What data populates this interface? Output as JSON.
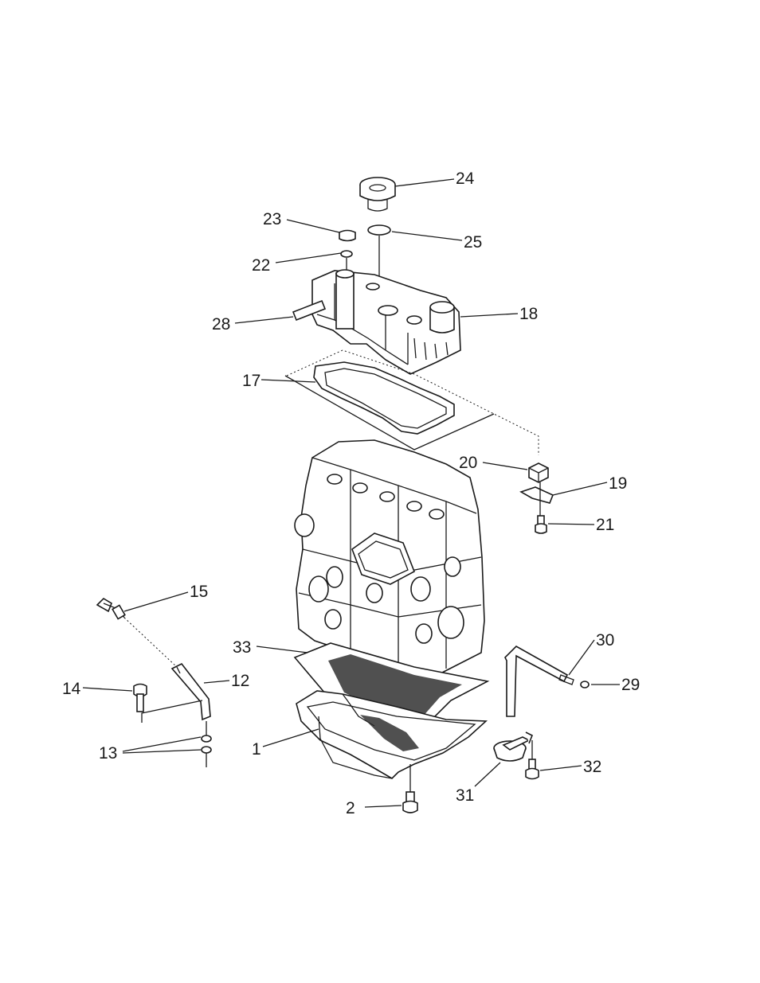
{
  "diagram": {
    "callouts": {
      "c24": "24",
      "c25": "25",
      "c23": "23",
      "c22": "22",
      "c28": "28",
      "c18": "18",
      "c17": "17",
      "c20": "20",
      "c19": "19",
      "c21": "21",
      "c15": "15",
      "c33": "33",
      "c30": "30",
      "c14": "14",
      "c12": "12",
      "c29": "29",
      "c13": "13",
      "c1": "1",
      "c32": "32",
      "c31": "31",
      "c2": "2"
    }
  }
}
